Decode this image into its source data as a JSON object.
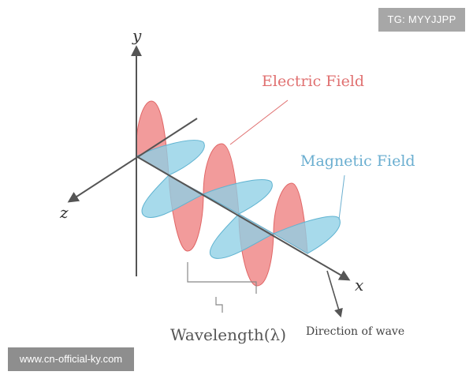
{
  "labels": {
    "y_axis": "y",
    "z_axis": "z",
    "x_axis": "x",
    "electric_field": "Electric Field",
    "magnetic_field": "Magnetic Field",
    "wavelength": "Wavelength(λ)",
    "direction": "Direction of wave"
  },
  "badges": {
    "top_right": "TG: MYYJJPP",
    "bottom_left": "www.cn-official-ky.com"
  },
  "colors": {
    "electric_fill": "#f08a8a",
    "electric_stroke": "#e06666",
    "electric_label": "#e07070",
    "magnetic_fill": "#8ed0e6",
    "magnetic_stroke": "#5fb3d1",
    "magnetic_label": "#6aaed0",
    "axis": "#555555"
  }
}
